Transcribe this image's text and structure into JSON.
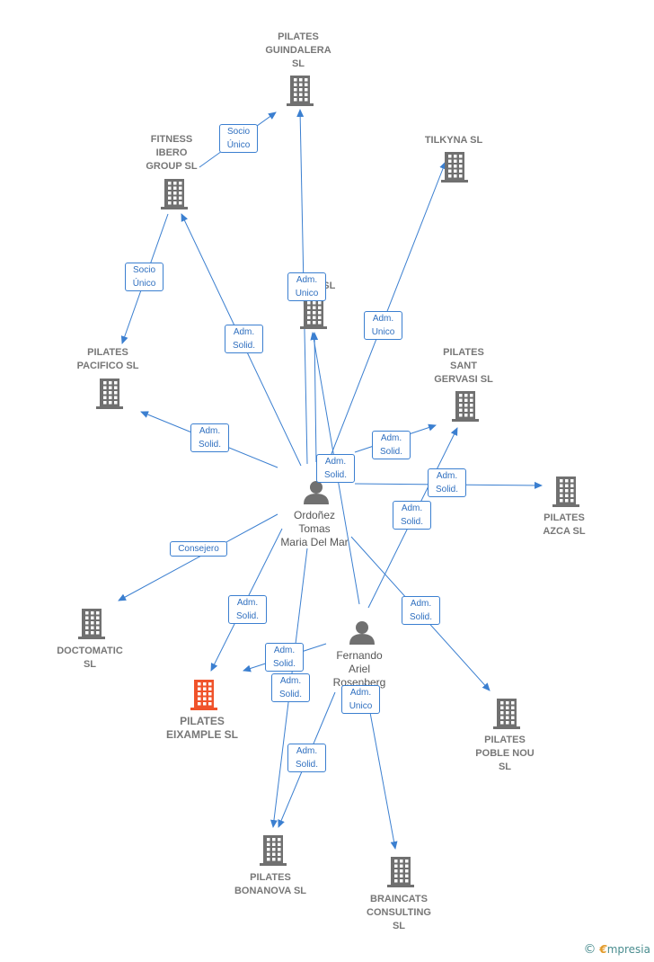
{
  "colors": {
    "edge": "#3b7fd0",
    "company": "#707070",
    "focus": "#f0532b",
    "person": "#707070"
  },
  "companies": [
    {
      "id": "guindalera",
      "label": "PILATES\nGUINDALERA\nSL"
    },
    {
      "id": "fitness",
      "label": "FITNESS\nIBERO\nGROUP  SL"
    },
    {
      "id": "tilkyna",
      "label": "TILKYNA  SL"
    },
    {
      "id": "m_sl",
      "label": "M         SL"
    },
    {
      "id": "pacifico",
      "label": "PILATES\nPACIFICO  SL"
    },
    {
      "id": "santgervasi",
      "label": "PILATES\nSANT\nGERVASI  SL"
    },
    {
      "id": "azca",
      "label": "PILATES\nAZCA  SL"
    },
    {
      "id": "doctomatic",
      "label": "DOCTOMATIC\nSL"
    },
    {
      "id": "eixample",
      "label": "PILATES\nEIXAMPLE  SL",
      "focus": true
    },
    {
      "id": "poblenou",
      "label": "PILATES\nPOBLE NOU\nSL"
    },
    {
      "id": "bonanova",
      "label": "PILATES\nBONANOVA  SL"
    },
    {
      "id": "braincats",
      "label": "BRAINCATS\nCONSULTING\nSL"
    }
  ],
  "persons": [
    {
      "id": "ordonez",
      "label": "Ordoñez\nTomas\nMaria Del Mar"
    },
    {
      "id": "fernando",
      "label": "Fernando\nAriel\nRosenberg"
    }
  ],
  "edge_labels": [
    {
      "id": "e1",
      "text": "Socio\nÚnico"
    },
    {
      "id": "e2",
      "text": "Socio\nÚnico"
    },
    {
      "id": "e3",
      "text": "Adm.\nSolid."
    },
    {
      "id": "e4",
      "text": "Adm.\nUnico"
    },
    {
      "id": "e5",
      "text": "Adm.\nUnico"
    },
    {
      "id": "e6",
      "text": "Adm.\nSolid."
    },
    {
      "id": "e7",
      "text": "Adm.\nSolid."
    },
    {
      "id": "e8",
      "text": "Adm.\nSolid."
    },
    {
      "id": "e9",
      "text": "Adm.\nSolid."
    },
    {
      "id": "e10",
      "text": "Adm.\nSolid."
    },
    {
      "id": "e11",
      "text": "Consejero"
    },
    {
      "id": "e12",
      "text": "Adm.\nSolid."
    },
    {
      "id": "e13",
      "text": "Adm.\nSolid."
    },
    {
      "id": "e14",
      "text": "Adm.\nSolid."
    },
    {
      "id": "e15",
      "text": "Adm.\nSolid."
    },
    {
      "id": "e16",
      "text": "Adm.\nUnico"
    },
    {
      "id": "e17",
      "text": "Adm.\nSolid."
    }
  ],
  "brand": {
    "copyright": "©",
    "e": "€",
    "rest": "mpresia"
  }
}
